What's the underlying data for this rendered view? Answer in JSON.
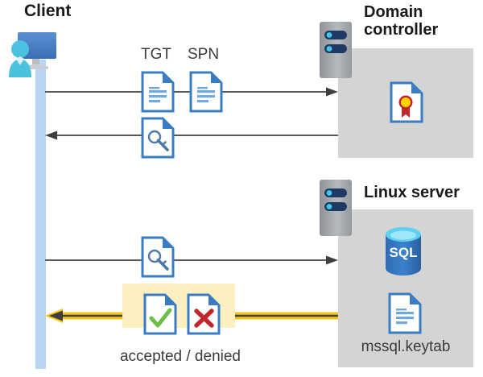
{
  "diagram": {
    "title_client": "Client",
    "title_domain_controller": "Domain controller",
    "title_linux_server": "Linux server",
    "labels": {
      "tgt": "TGT",
      "spn": "SPN",
      "verdict": "accepted / denied",
      "keytab": "mssql.keytab",
      "sql": "SQL"
    },
    "icons": {
      "client": "client-workstation-icon",
      "dc_server": "server-rack-icon",
      "linux_server": "server-rack-icon",
      "certificate": "certificate-document-icon",
      "database": "sql-database-icon",
      "keytab": "keytab-document-icon",
      "ticket_tgt": "document-icon",
      "ticket_spn": "document-icon",
      "key_1": "key-document-icon",
      "key_2": "key-document-icon",
      "accepted": "document-check-icon",
      "denied": "document-cross-icon"
    },
    "flows": [
      {
        "name": "client-to-dc-request",
        "direction": "right",
        "color": "#58585b"
      },
      {
        "name": "dc-to-client-ticket",
        "direction": "left",
        "color": "#58585b"
      },
      {
        "name": "client-to-linux-ticket",
        "direction": "right",
        "color": "#58585b"
      },
      {
        "name": "linux-to-client-verdict",
        "direction": "left",
        "color": "#f5c518"
      }
    ],
    "colors": {
      "panel_background": "#d4d4d4",
      "lifeline": "#b9d5f3",
      "highlight": "#fcf0c0",
      "arrow_gray": "#58585b",
      "arrow_yellow": "#f5c518",
      "doc_blue": "#3a7cc4",
      "accent_green": "#6cbf46",
      "accent_red": "#c0272d",
      "sql_blue": "#2e6db4"
    }
  }
}
